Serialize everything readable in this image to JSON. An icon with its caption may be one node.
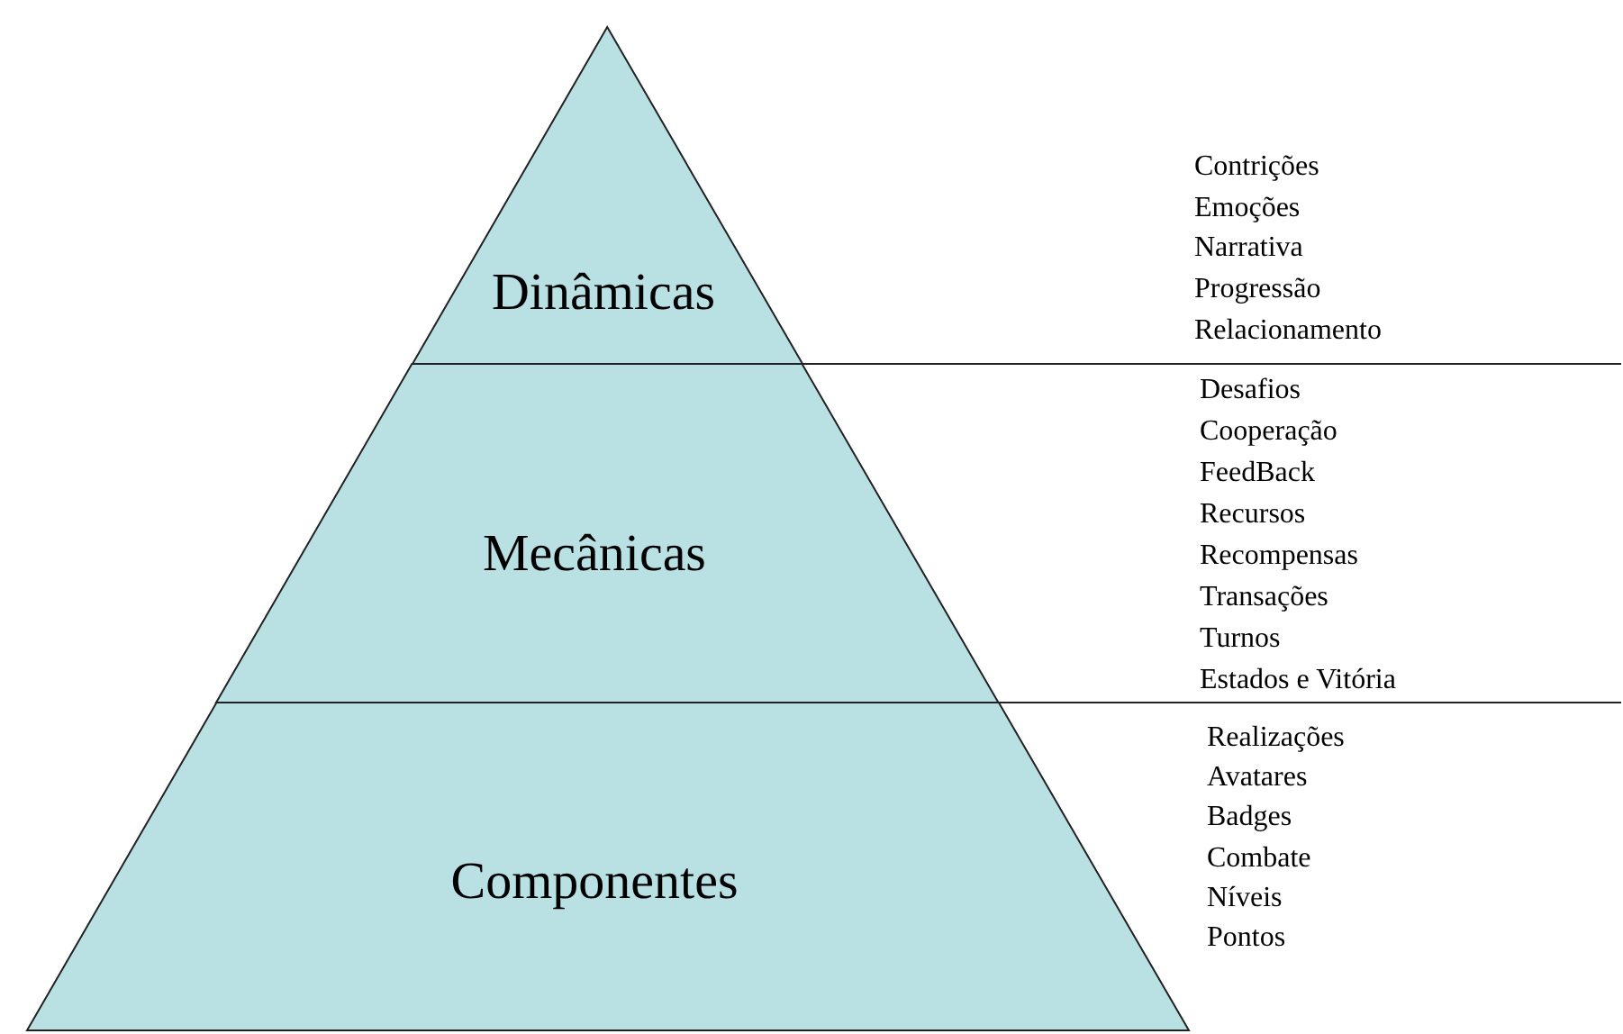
{
  "diagram": {
    "nodes": [
      {
        "text": [
          "Dinâmicas"
        ],
        "beside": [
          "Contrições",
          "Emoções",
          "Narrativa",
          "Progressão",
          "Relacionamento"
        ]
      },
      {
        "text": [
          "Mecânicas"
        ],
        "beside": [
          "Desafios",
          "Cooperação",
          "FeedBack",
          "Recursos",
          "Recompensas",
          "Transações",
          "Turnos",
          "Estados e Vitória"
        ]
      },
      {
        "text": [
          "Componentes"
        ],
        "beside": [
          "Realizações",
          "Avatares",
          "Badges",
          "Combate",
          "Níveis",
          "Pontos"
        ]
      }
    ]
  }
}
